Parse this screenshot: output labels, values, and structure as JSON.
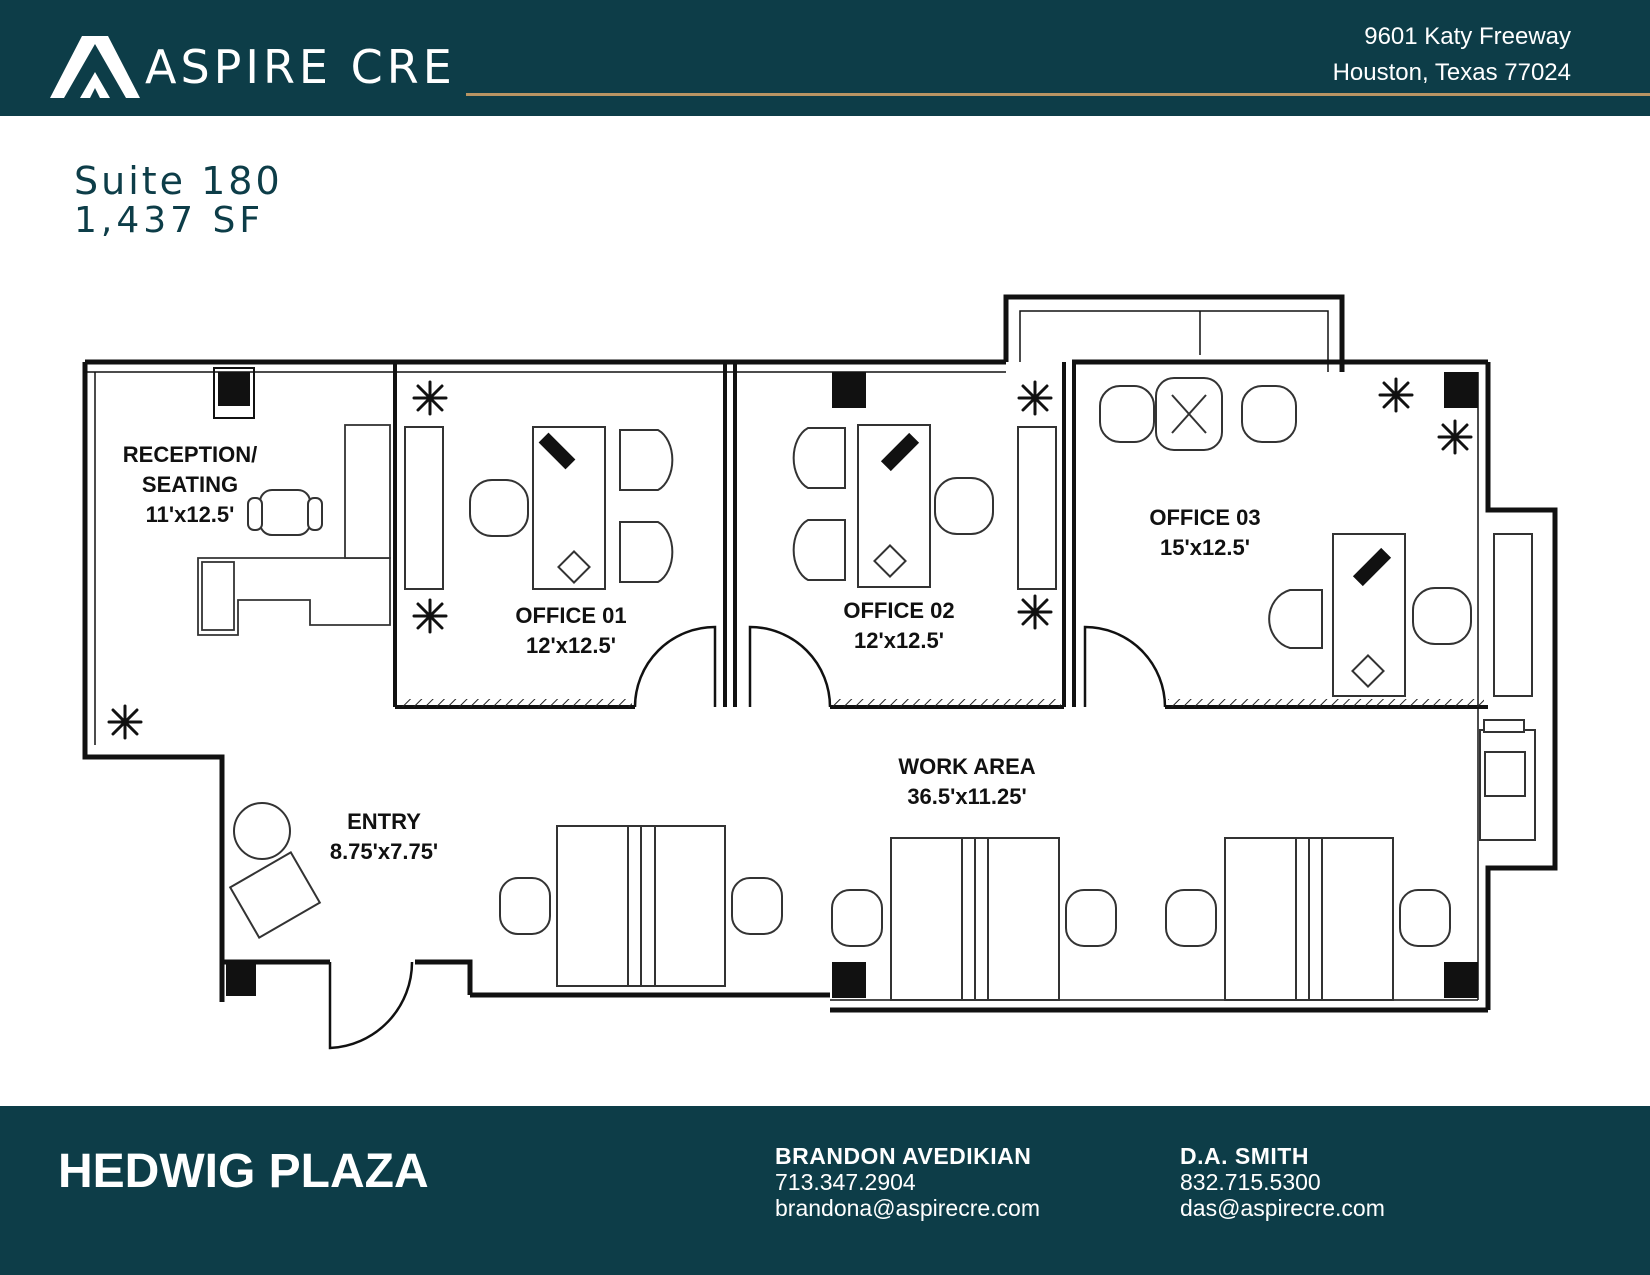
{
  "header": {
    "brand": "ASPIRE CRE",
    "address_line1": "9601 Katy Freeway",
    "address_line2": "Houston, Texas 77024",
    "logo_icon": "aspire-mountain-logo-icon",
    "background_color": "#0d3d48",
    "rule_color": "#b89463"
  },
  "listing": {
    "suite": "Suite 180",
    "area": "1,437 SF"
  },
  "rooms": {
    "reception": {
      "line1": "RECEPTION/",
      "line2": "SEATING",
      "dim": "11'x12.5'"
    },
    "office01": {
      "name": "OFFICE 01",
      "dim": "12'x12.5'"
    },
    "office02": {
      "name": "OFFICE 02",
      "dim": "12'x12.5'"
    },
    "office03": {
      "name": "OFFICE 03",
      "dim": "15'x12.5'"
    },
    "work": {
      "name": "WORK AREA",
      "dim": "36.5'x11.25'"
    },
    "entry": {
      "name": "ENTRY",
      "dim": "8.75'x7.75'"
    }
  },
  "footer": {
    "building": "HEDWIG PLAZA",
    "contacts": [
      {
        "name": "BRANDON AVEDIKIAN",
        "phone": "713.347.2904",
        "email": "brandona@aspirecre.com"
      },
      {
        "name": "D.A. SMITH",
        "phone": "832.715.5300",
        "email": "das@aspirecre.com"
      }
    ]
  }
}
